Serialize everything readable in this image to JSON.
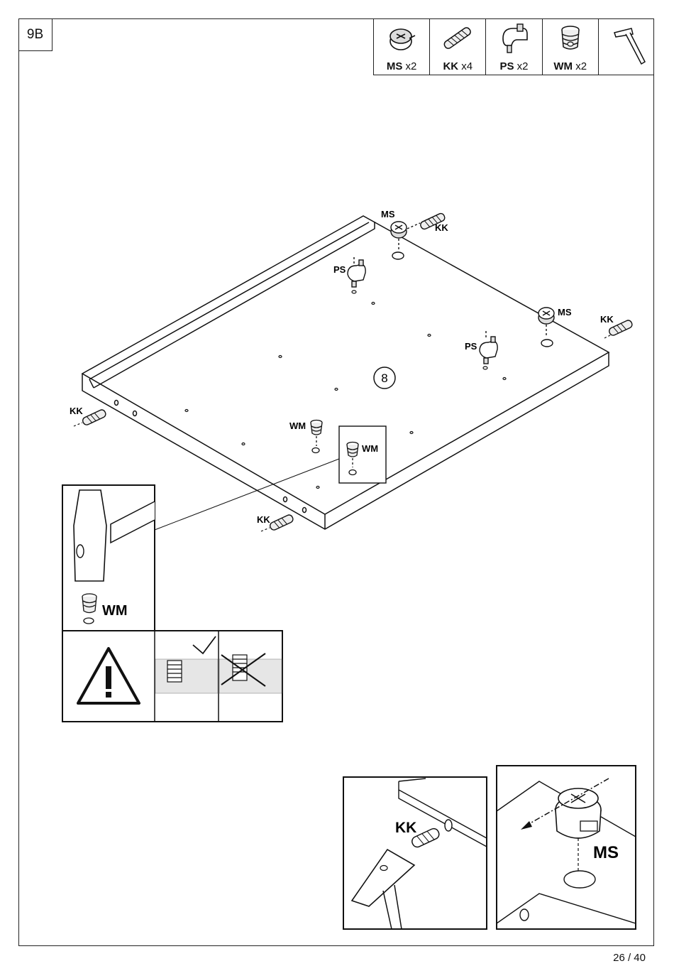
{
  "step": {
    "number": "9B"
  },
  "parts_table": [
    {
      "code": "MS",
      "qty": "x2",
      "icon": "cam-lock-icon"
    },
    {
      "code": "KK",
      "qty": "x4",
      "icon": "dowel-icon"
    },
    {
      "code": "PS",
      "qty": "x2",
      "icon": "shelf-pin-icon"
    },
    {
      "code": "WM",
      "qty": "x2",
      "icon": "threaded-insert-icon"
    },
    {
      "code": "",
      "qty": "",
      "icon": "hammer-icon"
    }
  ],
  "diagram": {
    "panel_number": "8",
    "labels": {
      "ms_top": "MS",
      "kk_top": "KK",
      "ps_top": "PS",
      "ms_right": "MS",
      "kk_right": "KK",
      "ps_mid": "PS",
      "kk_left": "KK",
      "wm_mid": "WM",
      "wm_box": "WM",
      "kk_bottom": "KK"
    }
  },
  "detail_hammer": {
    "label": "WM"
  },
  "detail_dowel": {
    "label": "KK"
  },
  "detail_cam": {
    "label": "MS"
  },
  "page": {
    "number": "26 / 40"
  }
}
